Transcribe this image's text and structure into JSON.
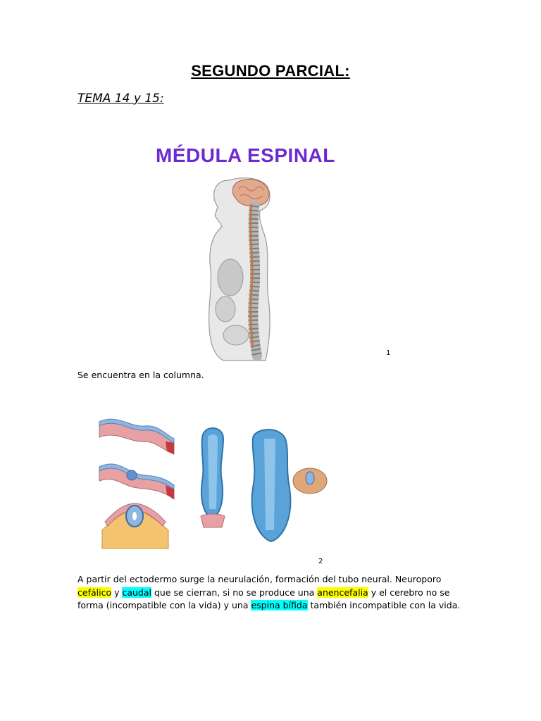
{
  "doc": {
    "title": "SEGUNDO PARCIAL:",
    "subtitle": "TEMA 14 y 15:"
  },
  "figure1": {
    "title": "MÉDULA ESPINAL",
    "number": "1",
    "title_color": "#6b2bd1"
  },
  "caption1": "Se encuentra en la columna.",
  "figure2": {
    "number": "2"
  },
  "paragraph": {
    "p1": "A partir del ectodermo surge la neurulación, formación del tubo neural. Neuroporo ",
    "h1": "cefálico",
    "p2": " y ",
    "h2": "caudal",
    "p3": " que se cierran, si no se produce una ",
    "h3": "anencefalia",
    "p4": " y el cerebro no se forma (incompatible con la vida) y una ",
    "h4": "espina bífida",
    "p5": " también incompatible con la vida."
  },
  "colors": {
    "highlight_yellow": "#ffff00",
    "highlight_cyan": "#00ffff"
  }
}
